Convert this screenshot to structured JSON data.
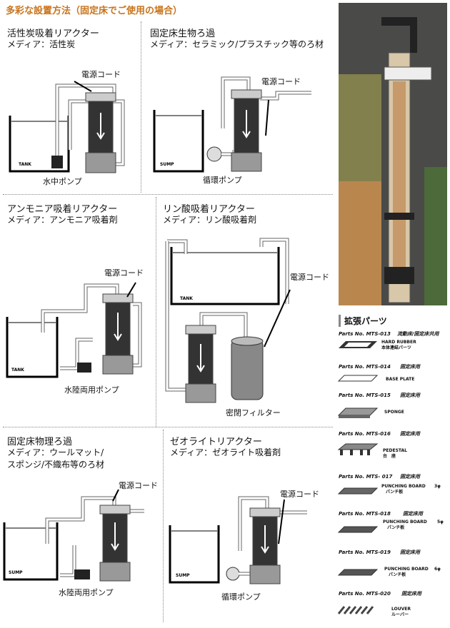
{
  "page_title": "多彩な設置方法（固定床でご使用の場合）",
  "panels": [
    {
      "title": "活性炭吸着リアクター",
      "media": "メディア：活性炭",
      "labels": {
        "cord": "電源コード",
        "pump": "水中ポンプ",
        "vessel": "TANK"
      }
    },
    {
      "title": "固定床生物ろ過",
      "media": "メディア：セラミック/プラスチック等のろ材",
      "labels": {
        "cord": "電源コード",
        "pump": "循環ポンプ",
        "vessel": "SUMP"
      }
    },
    {
      "title": "アンモニア吸着リアクター",
      "media": "メディア：アンモニア吸着剤",
      "labels": {
        "cord": "電源コード",
        "pump": "水陸両用ポンプ",
        "vessel": "TANK"
      }
    },
    {
      "title": "リン酸吸着リアクター",
      "media": "メディア：リン酸吸着剤",
      "labels": {
        "cord": "電源コード",
        "pump": "密閉フィルター",
        "vessel": "TANK"
      }
    },
    {
      "title": "固定床物理ろ過",
      "media": "メディア：ウールマット/",
      "media2": "スポンジ/不織布等のろ材",
      "labels": {
        "cord": "電源コード",
        "pump": "水陸両用ポンプ",
        "vessel": "SUMP"
      }
    },
    {
      "title": "ゼオライトリアクター",
      "media": "メディア：ゼオライト吸着剤",
      "labels": {
        "cord": "電源コード",
        "pump": "循環ポンプ",
        "vessel": "SUMP"
      }
    }
  ],
  "parts": {
    "title": "拡張パーツ",
    "items": [
      {
        "no": "Parts No. MTS-013",
        "use": "流動床/固定床共用",
        "desc1": "HARD RUBBER",
        "desc2": "本体連結パーツ"
      },
      {
        "no": "Parts No. MTS-014",
        "use": "固定床用",
        "desc1": "BASE PLATE",
        "desc2": ""
      },
      {
        "no": "Parts No. MTS-015",
        "use": "固定床用",
        "desc1": "SPONGE",
        "desc2": ""
      },
      {
        "no": "Parts No. MTS-016",
        "use": "固定床用",
        "desc1": "PEDESTAL",
        "desc2": "台　座"
      },
      {
        "no": "Parts No. MTS- 017",
        "use": "固定床用",
        "desc1": "PUNCHING BOARD",
        "desc2": "パンチ板",
        "size": "3φ"
      },
      {
        "no": "Parts No. MTS-018",
        "use": "固定床用",
        "desc1": "PUNCHING BOARD",
        "desc2": "パンチ板",
        "size": "5φ"
      },
      {
        "no": "Parts No. MTS-019",
        "use": "固定床用",
        "desc1": "PUNCHING BOARD",
        "desc2": "パンチ板",
        "size": "6φ"
      },
      {
        "no": "Parts No. MTS-020",
        "use": "固定床用",
        "desc1": "LOUVER",
        "desc2": "ルーバー"
      }
    ]
  }
}
